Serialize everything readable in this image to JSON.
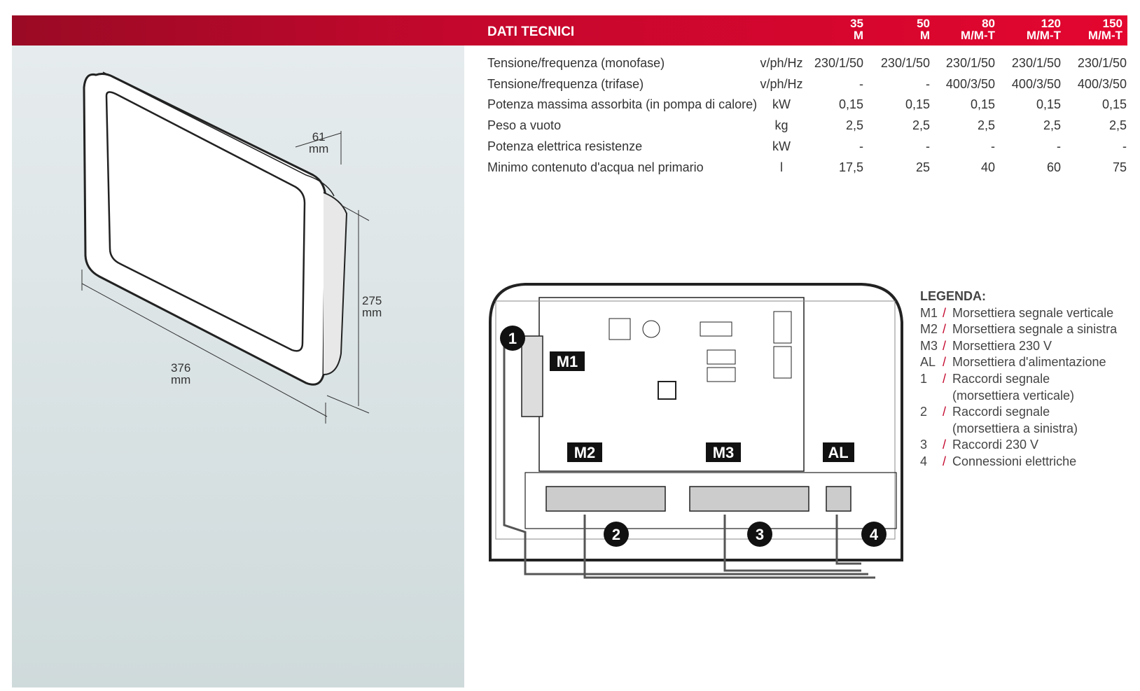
{
  "header": {
    "title": "DATI TECNICI",
    "columns": [
      [
        "35",
        "M"
      ],
      [
        "50",
        "M"
      ],
      [
        "80",
        "M/M-T"
      ],
      [
        "120",
        "M/M-T"
      ],
      [
        "150",
        "M/M-T"
      ]
    ]
  },
  "rows": [
    {
      "label": "Tensione/frequenza (monofase)",
      "unit": "v/ph/Hz",
      "values": [
        "230/1/50",
        "230/1/50",
        "230/1/50",
        "230/1/50",
        "230/1/50"
      ]
    },
    {
      "label": "Tensione/frequenza (trifase)",
      "unit": "v/ph/Hz",
      "values": [
        "-",
        "-",
        "400/3/50",
        "400/3/50",
        "400/3/50"
      ]
    },
    {
      "label": "Potenza massima assorbita (in pompa di calore)",
      "unit": "kW",
      "values": [
        "0,15",
        "0,15",
        "0,15",
        "0,15",
        "0,15"
      ]
    },
    {
      "label": "Peso a vuoto",
      "unit": "kg",
      "values": [
        "2,5",
        "2,5",
        "2,5",
        "2,5",
        "2,5"
      ]
    },
    {
      "label": "Potenza elettrica resistenze",
      "unit": "kW",
      "values": [
        "-",
        "-",
        "-",
        "-",
        "-"
      ]
    },
    {
      "label": "Minimo contenuto d'acqua nel primario",
      "unit": "l",
      "values": [
        "17,5",
        "25",
        "40",
        "60",
        "75"
      ]
    }
  ],
  "dimensions": {
    "depth": [
      "61",
      "mm"
    ],
    "height": [
      "275",
      "mm"
    ],
    "width": [
      "376",
      "mm"
    ]
  },
  "diagram": {
    "labels": [
      "M1",
      "M2",
      "M3",
      "AL"
    ],
    "markers": [
      "1",
      "2",
      "3",
      "4"
    ]
  },
  "legend": {
    "title": "LEGENDA:",
    "items": [
      {
        "key": "M1",
        "text": "Morsettiera segnale verticale"
      },
      {
        "key": "M2",
        "text": "Morsettiera segnale a sinistra"
      },
      {
        "key": "M3",
        "text": "Morsettiera 230 V"
      },
      {
        "key": "AL",
        "text": "Morsettiera d'alimentazione"
      },
      {
        "key": "1",
        "text": "Raccordi segnale",
        "text2": "(morsettiera verticale)"
      },
      {
        "key": "2",
        "text": "Raccordi segnale",
        "text2": "(morsettiera a sinistra)"
      },
      {
        "key": "3",
        "text": "Raccordi 230 V"
      },
      {
        "key": "4",
        "text": "Connessioni elettriche"
      }
    ]
  }
}
